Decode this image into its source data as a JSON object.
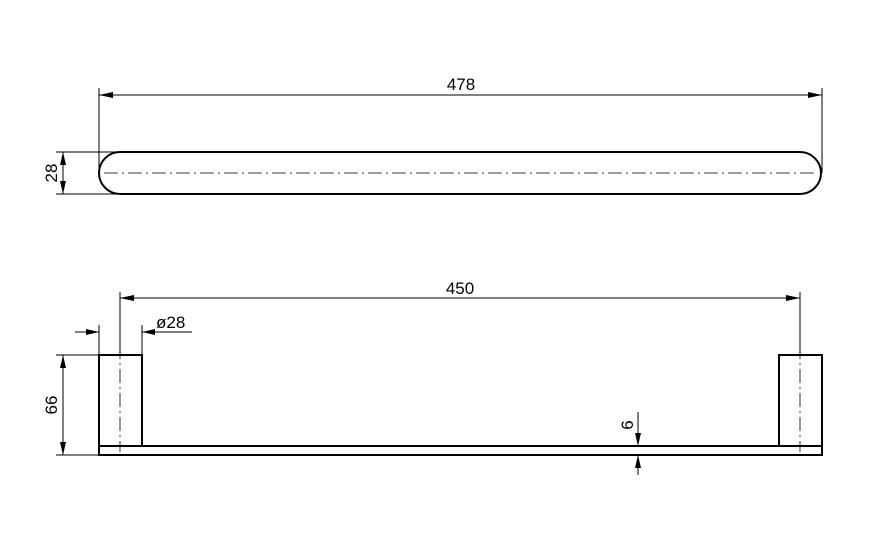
{
  "dimensions": {
    "top_length": "478",
    "top_height": "28",
    "bottom_span": "450",
    "post_diameter": "ø28",
    "post_height": "66",
    "bar_thickness": "6"
  },
  "colors": {
    "stroke": "#000000",
    "background": "#ffffff"
  }
}
